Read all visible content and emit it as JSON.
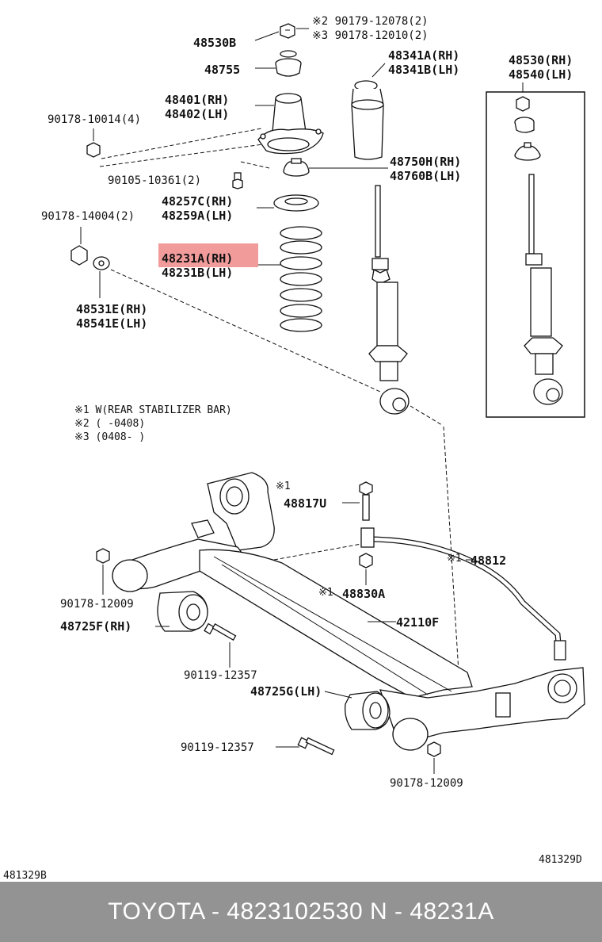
{
  "diagram": {
    "labels": {
      "p48530B": "48530B",
      "p90179": "※2 90179-12078(2)",
      "p90178a": "※3 90178-12010(2)",
      "p48755": "48755",
      "p48341A": "48341A(RH)",
      "p48341B": "48341B(LH)",
      "p48401": "48401(RH)",
      "p48402": "48402(LH)",
      "p90178_10014": "90178-10014(4)",
      "p48750H": "48750H(RH)",
      "p48760B": "48760B(LH)",
      "p90105": "90105-10361(2)",
      "p48257C": "48257C(RH)",
      "p48259A": "48259A(LH)",
      "p90178_14004": "90178-14004(2)",
      "p48231A": "48231A(RH)",
      "p48231B": "48231B(LH)",
      "p48531E": "48531E(RH)",
      "p48541E": "48541E(LH)",
      "p48530_box": "48530(RH)",
      "p48540_box": "48540(LH)",
      "note1": "※1 W(REAR STABILIZER BAR)",
      "note2": "※2 (     -0408)",
      "note3": "※3 (0408-     )",
      "mark48817": "※1",
      "p48817U": "48817U",
      "mark48812": "※1",
      "p48812": "48812",
      "mark48830": "※1",
      "p48830A": "48830A",
      "p90178_12009a": "90178-12009",
      "p48725F": "48725F(RH)",
      "p42110F": "42110F",
      "p90119a": "90119-12357",
      "p48725G": "48725G(LH)",
      "p90119b": "90119-12357",
      "p90178_12009b": "90178-12009",
      "code_right": "481329D",
      "code_left": "481329B"
    }
  },
  "footer": {
    "text": "TOYOTA - 4823102530     N - 48231A",
    "background": "#939393"
  },
  "highlight_color": "#f08a8a"
}
